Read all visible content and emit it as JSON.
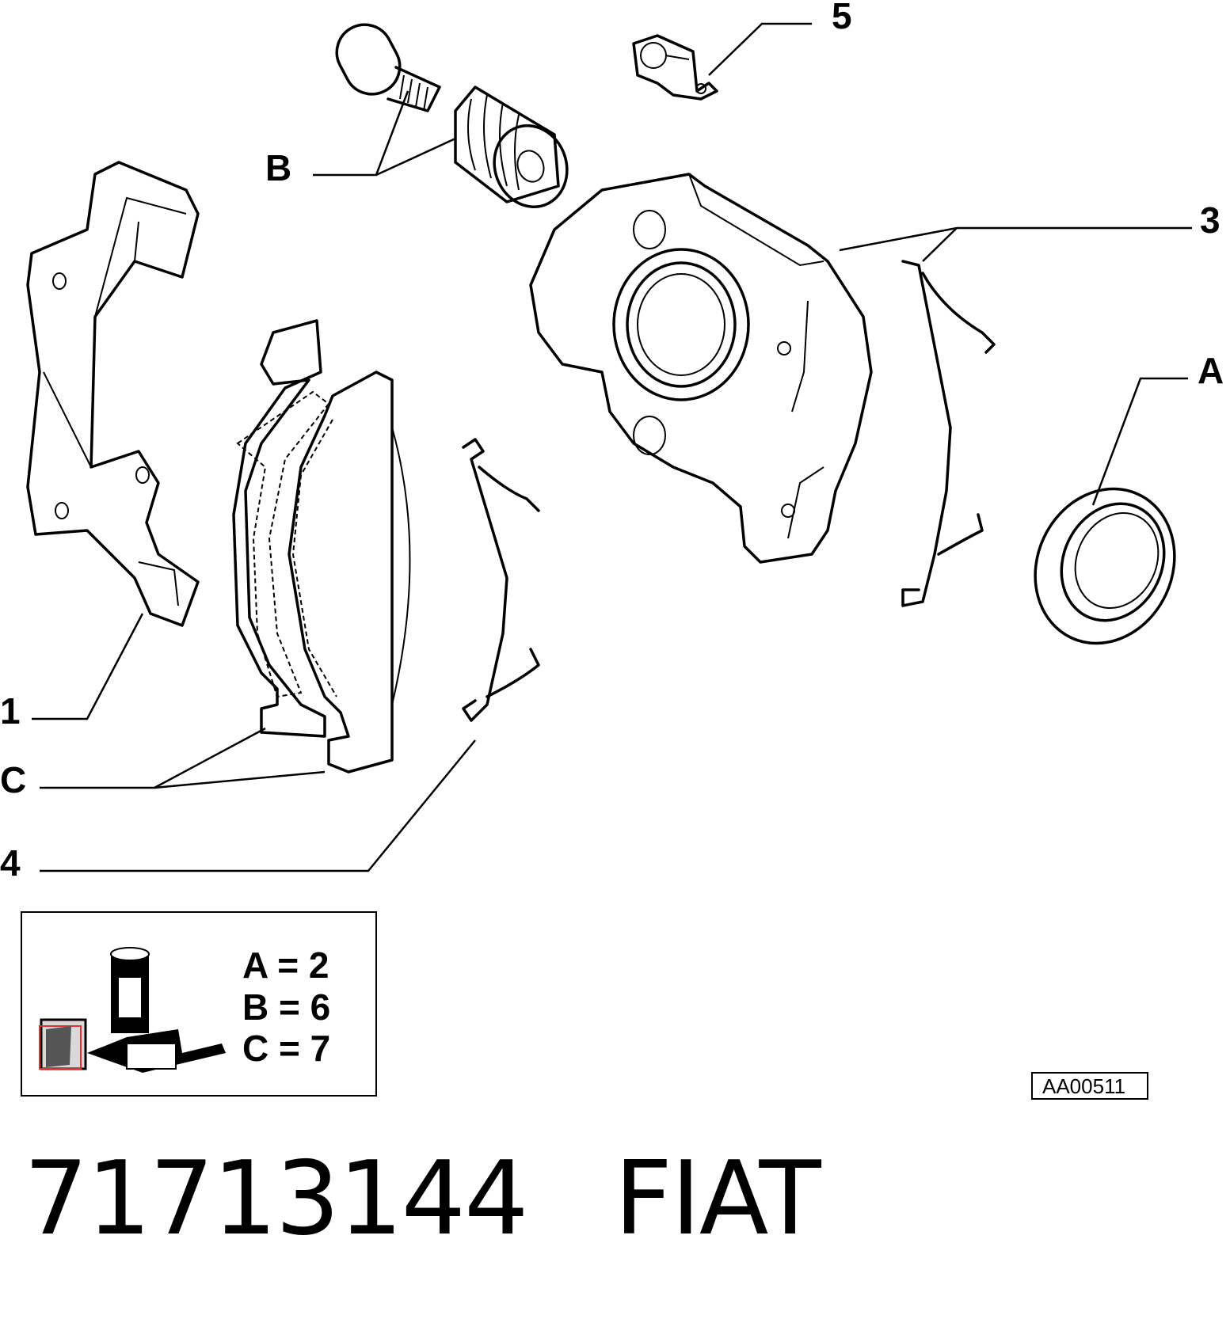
{
  "callouts": {
    "five": "5",
    "b": "B",
    "three": "3",
    "a": "A",
    "one": "1",
    "c": "C",
    "four": "4"
  },
  "legend": {
    "line_a": "A = 2",
    "line_b": "B = 6",
    "line_c": "C = 7"
  },
  "reference_code": "AA00511",
  "footer": {
    "part_number": "71713144",
    "brand": "FIAT"
  }
}
